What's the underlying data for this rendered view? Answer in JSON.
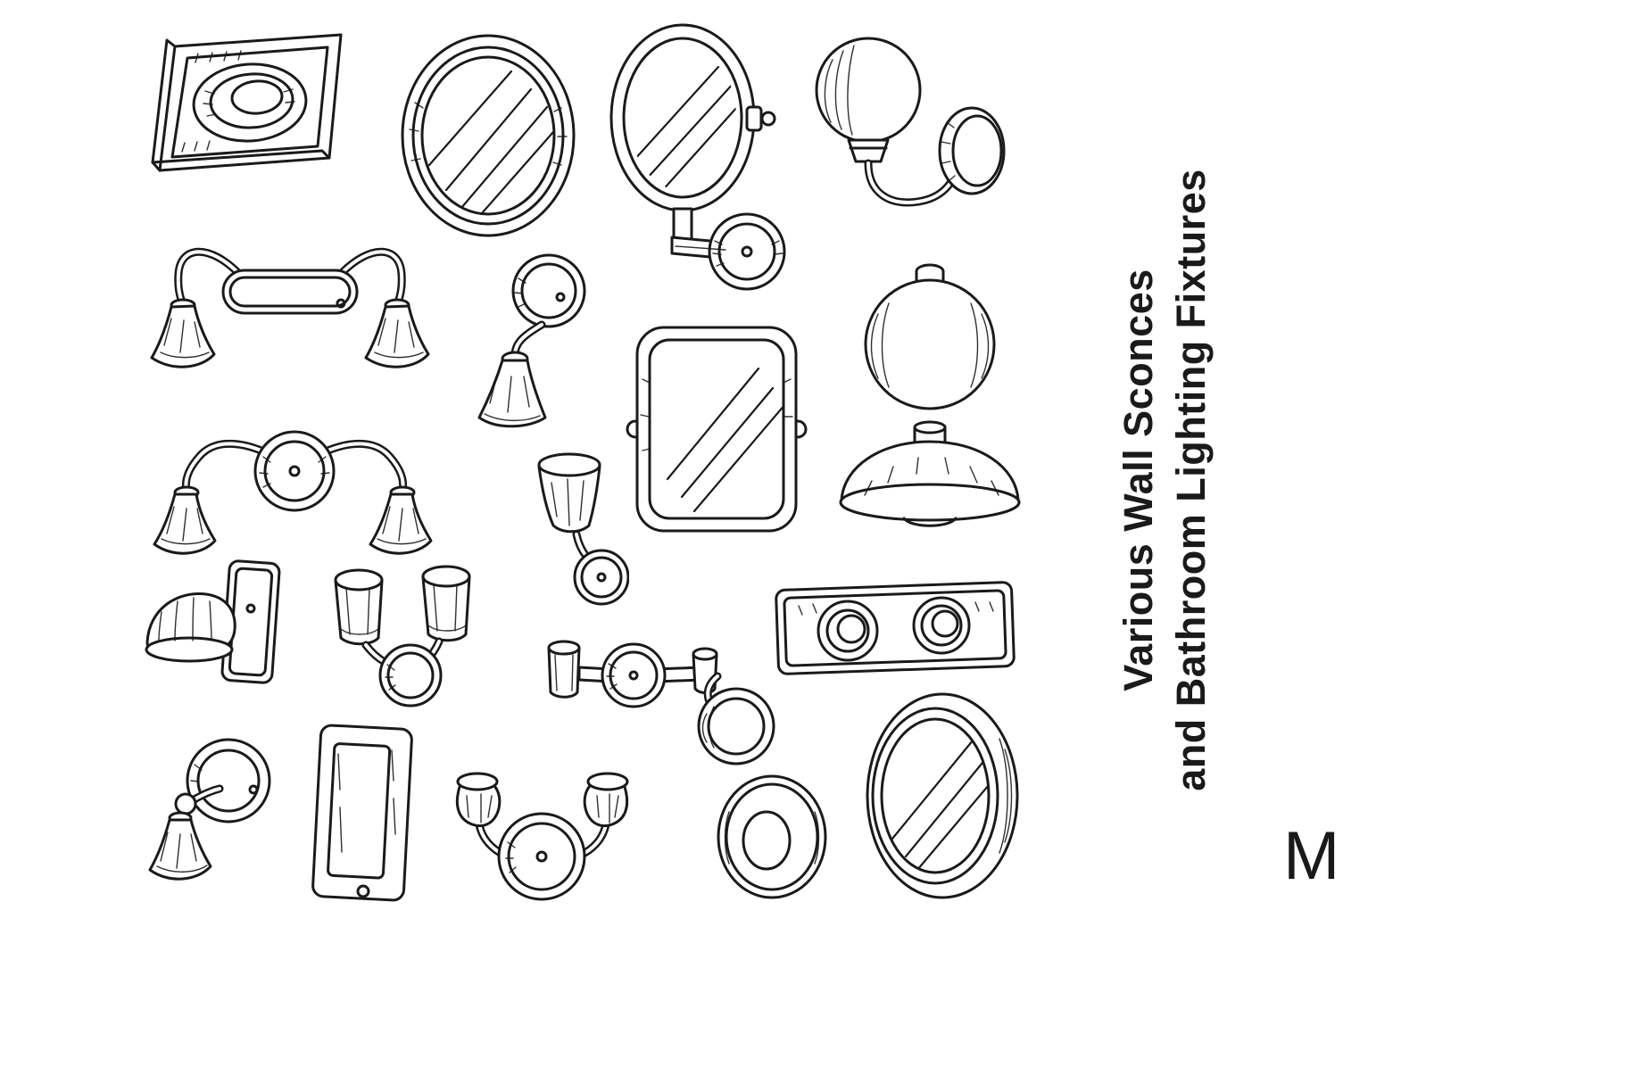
{
  "page": {
    "background": "#ffffff",
    "ink_color": "#1a1a1a"
  },
  "title": {
    "line1": "Various Wall Sconces",
    "line2": "and Bathroom Lighting Fixtures"
  },
  "watermark": {
    "letter": "M"
  },
  "fixtures": [
    {
      "id": "flush-square-light",
      "label": "Recessed square ceiling light"
    },
    {
      "id": "oval-mirror-1",
      "label": "Oval wall mirror"
    },
    {
      "id": "swivel-oval-mirror",
      "label": "Oval swivel vanity mirror on wall mount"
    },
    {
      "id": "globe-sconce",
      "label": "Globe wall sconce with curved arm"
    },
    {
      "id": "vanity-two-light-bar",
      "label": "Two-light vanity bar with bell shades"
    },
    {
      "id": "single-sconce-down",
      "label": "Wall sconce with downward bell shade"
    },
    {
      "id": "rect-mirror",
      "label": "Rectangular tilting wall mirror"
    },
    {
      "id": "ball-sconce",
      "label": "Round ball wall lamp"
    },
    {
      "id": "saucer-dome-light",
      "label": "Dome ceiling light"
    },
    {
      "id": "vanity-two-light-scurve",
      "label": "Two-light curved-arm vanity fixture"
    },
    {
      "id": "small-cone-sconce",
      "label": "Cone shade wall sconce"
    },
    {
      "id": "rect-dome-sconce",
      "label": "Wall sconce with dome shade and rectangular backplate"
    },
    {
      "id": "two-cylinder-vanity",
      "label": "Two-cylinder vanity light"
    },
    {
      "id": "horizontal-bar-light",
      "label": "Horizontal bar light with cylinder shades"
    },
    {
      "id": "small-round-sconce",
      "label": "Round wall lamp"
    },
    {
      "id": "double-flush-rect",
      "label": "Double round flush-mount light bar"
    },
    {
      "id": "bell-sconce-down",
      "label": "Bell shade wall sconce on round backplate"
    },
    {
      "id": "rect-wall-lamp",
      "label": "Rectangular wall lamp"
    },
    {
      "id": "double-tulip-sconce",
      "label": "Two-arm sconce with tulip shades"
    },
    {
      "id": "ring-fixture",
      "label": "Round ring wall light"
    },
    {
      "id": "oval-mirror-2",
      "label": "Oval framed wall mirror"
    }
  ]
}
